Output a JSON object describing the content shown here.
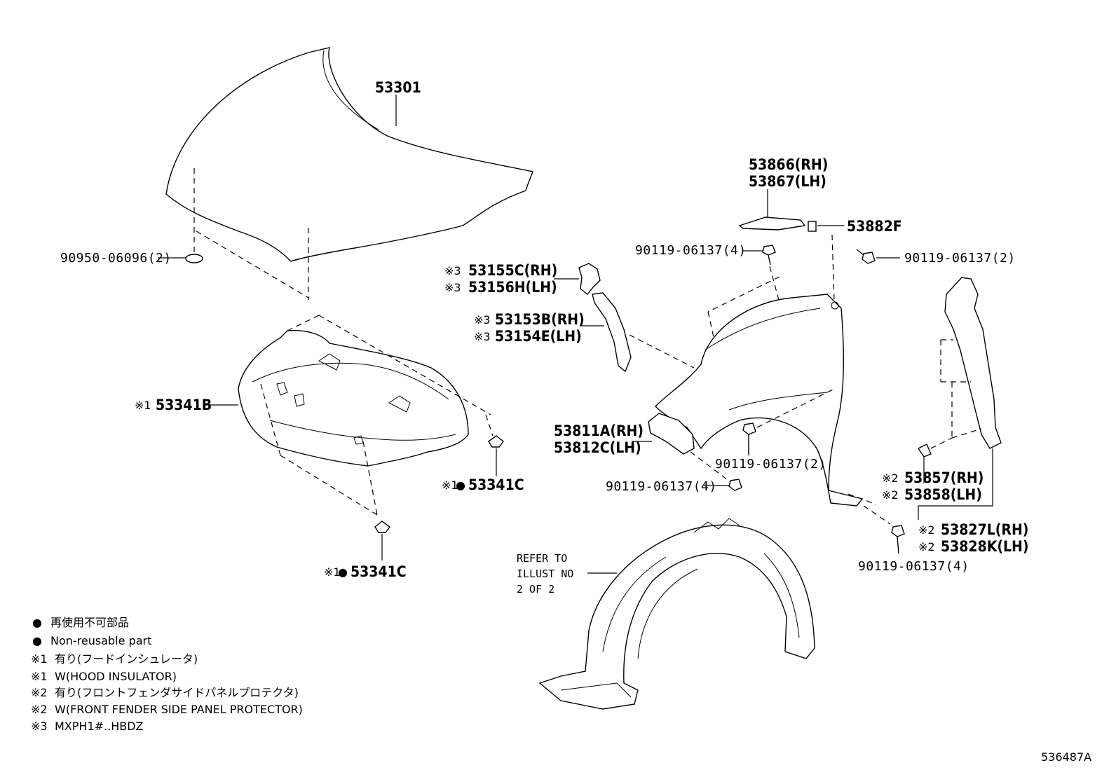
{
  "figure_id": "536487A",
  "labels": {
    "hood": "53301",
    "hood_cushion": "90950-06096(2)",
    "bracket_upper_rh": "53866(RH)",
    "bracket_upper_lh": "53867(LH)",
    "clip_53882f": "53882F",
    "bolt_left": "90119-06137(4)",
    "bolt_right": "90119-06137(2)",
    "seal_rh": "53155C(RH)",
    "seal_lh": "53156H(LH)",
    "seal_rh_prefix": "※3",
    "seal_lh_prefix": "※3",
    "panel_rh": "53153B(RH)",
    "panel_lh": "53154E(LH)",
    "panel_rh_prefix": "※3",
    "panel_lh_prefix": "※3",
    "insulator": "53341B",
    "insulator_prefix": "※1",
    "clip_a": "53341C",
    "clip_a_prefix": "※1",
    "clip_b": "53341C",
    "clip_b_prefix": "※1",
    "bracket_lower_rh": "53811A(RH)",
    "bracket_lower_lh": "53812C(LH)",
    "bolt_mid": "90119-06137(2)",
    "bolt_lower": "90119-06137(4)",
    "protector_rh": "53857(RH)",
    "protector_lh": "53858(LH)",
    "protector_rh_prefix": "※2",
    "protector_lh_prefix": "※2",
    "panel2_rh": "53827L(RH)",
    "panel2_lh": "53828K(LH)",
    "panel2_rh_prefix": "※2",
    "panel2_lh_prefix": "※2",
    "bolt_bottom": "90119-06137(4)",
    "refer_line1": "REFER TO",
    "refer_line2": "ILLUST NO",
    "refer_line3": "2 OF 2"
  },
  "legend": [
    {
      "symbol": "●",
      "text": "再使用不可部品"
    },
    {
      "symbol": "●",
      "text": "Non-reusable part"
    },
    {
      "symbol": "※1",
      "text": "有り(フードインシュレータ)"
    },
    {
      "symbol": "※1",
      "text": "W(HOOD INSULATOR)"
    },
    {
      "symbol": "※2",
      "text": "有り(フロントフェンダサイドパネルプロテクタ)"
    },
    {
      "symbol": "※2",
      "text": "W(FRONT FENDER SIDE PANEL PROTECTOR)"
    },
    {
      "symbol": "※3",
      "text": "MXPH1#..HBDZ"
    }
  ]
}
